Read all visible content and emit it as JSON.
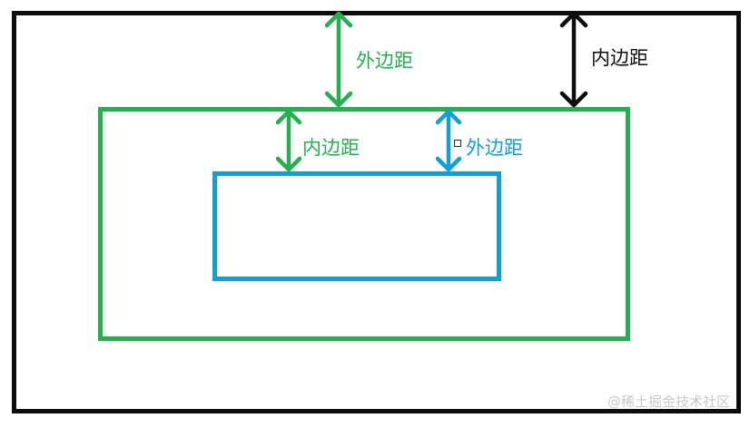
{
  "labels": {
    "outer_margin": "外边距",
    "outer_padding": "内边距",
    "middle_padding": "内边距",
    "inner_margin": "外边距"
  },
  "watermark": "@稀土掘金技术社区",
  "colors": {
    "outer_border": "#0d0d0d",
    "middle_border": "#22b14c",
    "inner_border": "#0fa0da",
    "watermark": "#c8c8c8",
    "background": "#ffffff"
  }
}
